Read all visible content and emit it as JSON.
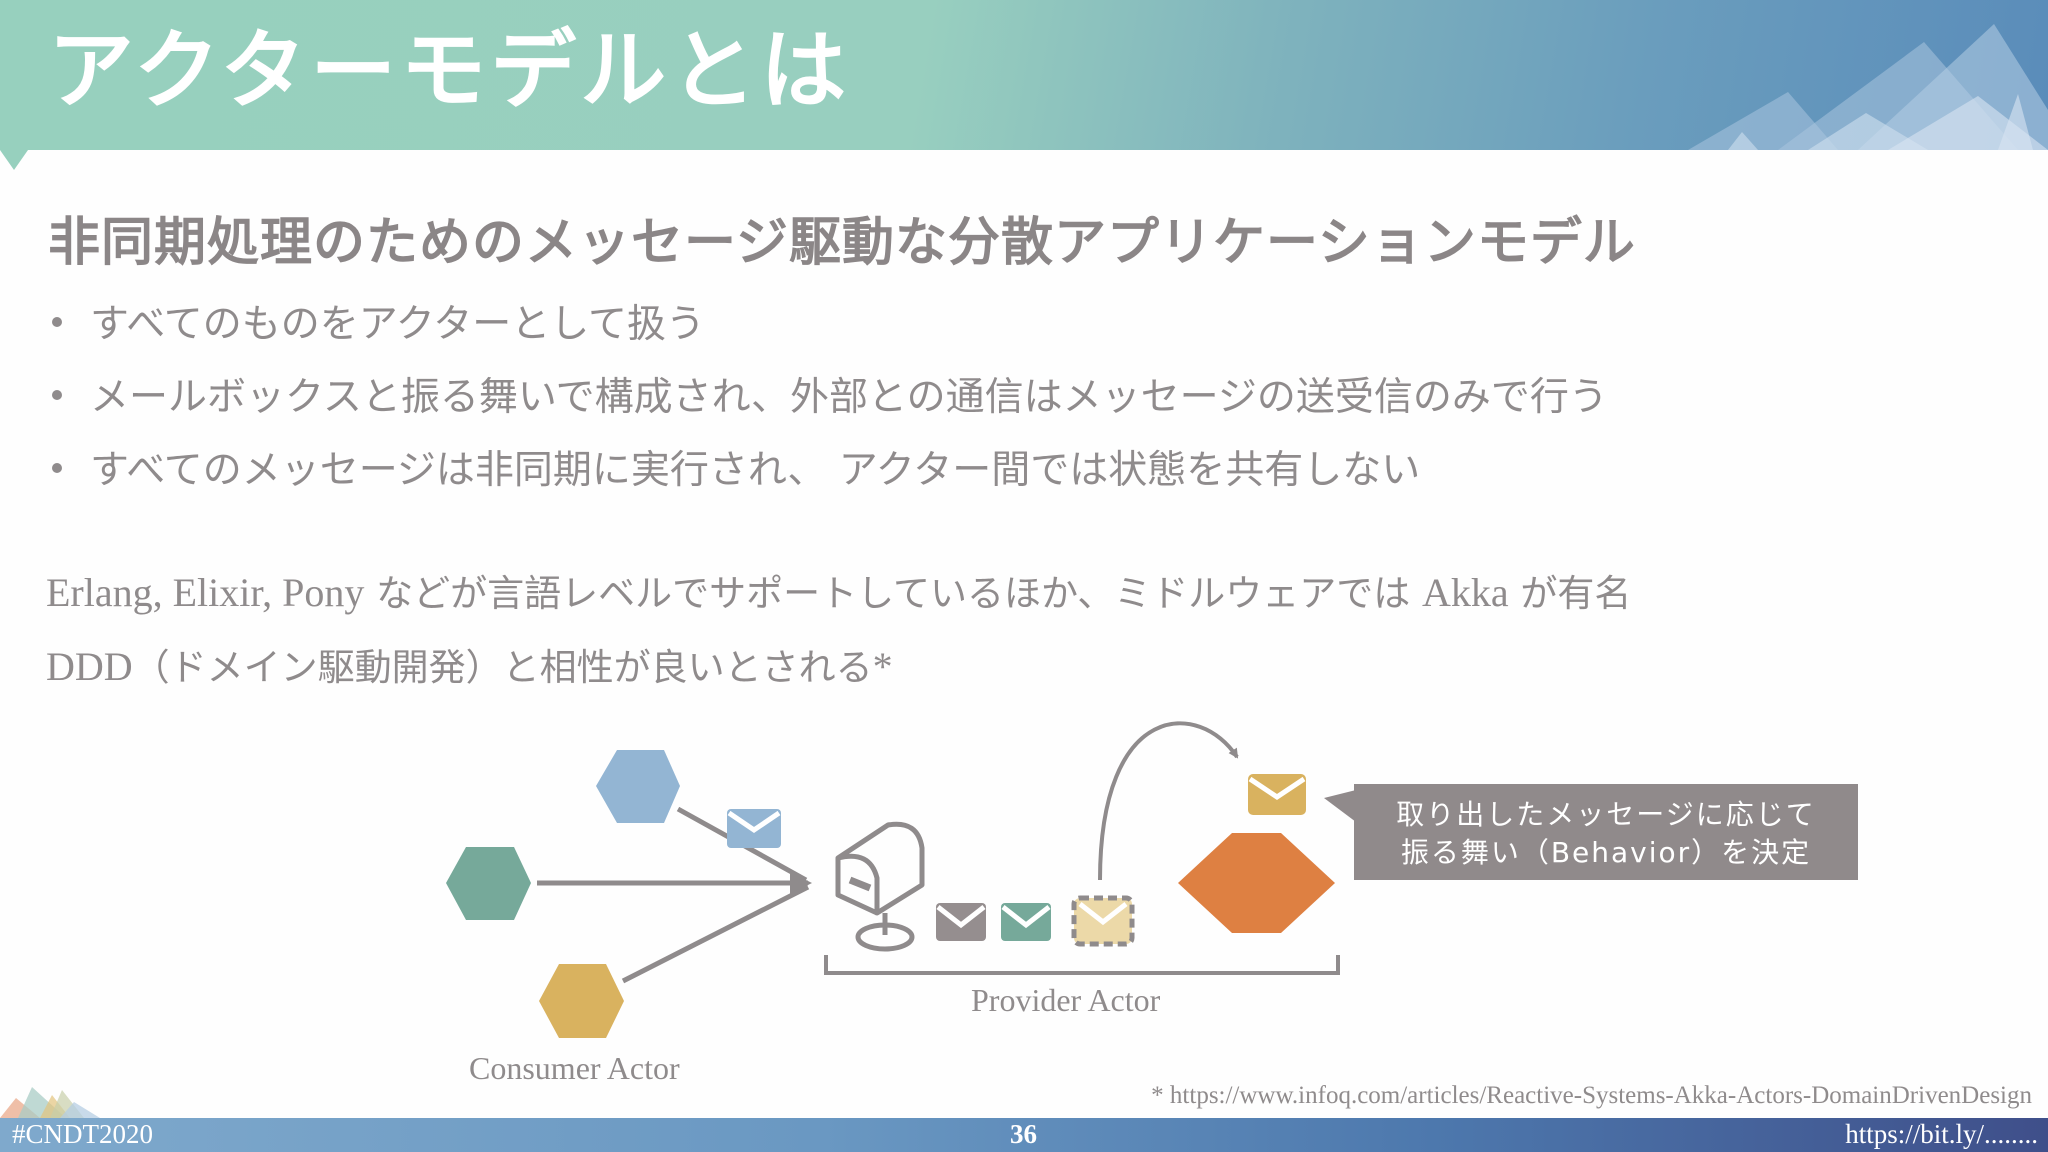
{
  "header": {
    "title": "アクターモデルとは"
  },
  "subtitle": "非同期処理のためのメッセージ駆動な分散アプリケーションモデル",
  "bullets": [
    "すべてのものをアクターとして扱う",
    "メールボックスと振る舞いで構成され、外部との通信はメッセージの送受信のみで行う",
    "すべてのメッセージは非同期に実行され、 アクター間では状態を共有しない"
  ],
  "paragraph": {
    "line1_latin": "Erlang, Elixir, Pony",
    "line1_jp": " などが言語レベルでサポートしているほか、ミドルウェアでは ",
    "line1_latin2": "Akka",
    "line1_jp2": " が有名",
    "line2_latin": "DDD",
    "line2_jp": "（ドメイン駆動開発）と相性が良いとされる",
    "line2_mark": "*"
  },
  "diagram": {
    "consumer_label": "Consumer Actor",
    "provider_label": "Provider Actor",
    "callout_line1": "取り出したメッセージに応じて",
    "callout_line2": "振る舞い（Behavior）を決定",
    "colors": {
      "blue_actor": "#93b5d3",
      "green_actor": "#76a99a",
      "yellow_actor": "#d9b25f",
      "orange_actor": "#de8042",
      "gray_message": "#958e8f",
      "green_message": "#76a99a",
      "pale_message": "#ecd9a8",
      "arrow": "#8f8b8c"
    }
  },
  "footnote": "* https://www.infoq.com/articles/Reactive-Systems-Akka-Actors-DomainDrivenDesign",
  "footer": {
    "hashtag": "#CNDT2020",
    "page_number": "36",
    "url": "https://bit.ly/........"
  }
}
